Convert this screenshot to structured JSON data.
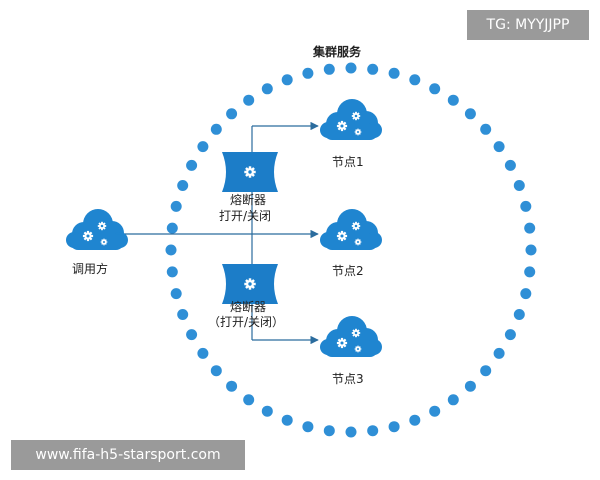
{
  "cluster_label": "集群服务",
  "caller_label": "调用方",
  "nodes": [
    {
      "label": "节点1"
    },
    {
      "label": "节点2"
    },
    {
      "label": "节点3"
    }
  ],
  "breakers": [
    {
      "name": "熔断器",
      "state": "打开/关闭"
    },
    {
      "name": "熔断器",
      "state": "（打开/关闭）"
    }
  ],
  "watermark_tg": "TG: MYYJJPP",
  "watermark_url": "www.fifa-h5-starsport.com",
  "colors": {
    "ring_dot": "#2f8fd6",
    "cloud": "#1f85d0",
    "breaker": "#1c7dc8",
    "arrow": "#2b6c9e",
    "badge_bg": "#9a9a9a"
  },
  "icons": {
    "cloud": "cloud-gear-icon",
    "breaker": "circuit-breaker-gear-icon"
  }
}
